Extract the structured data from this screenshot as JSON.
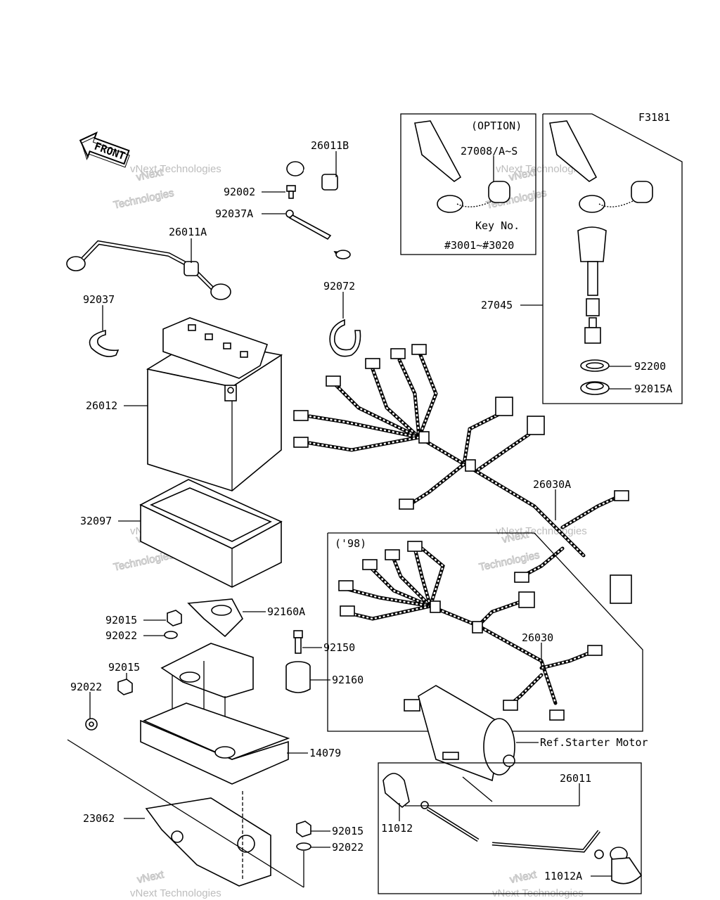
{
  "figure_code": "F3181",
  "front_label": "FRONT",
  "watermark": {
    "line1": "vNext",
    "line2": "Technologies",
    "small": "vNext Technologies"
  },
  "option_box": {
    "title": "(OPTION)",
    "key_label": "Key No.",
    "key_range": "#3001~#3020"
  },
  "year_box": {
    "title": "('98)"
  },
  "reference": "Ref.Starter Motor",
  "parts": {
    "p26011B": "26011B",
    "p92002": "92002",
    "p92037A": "92037A",
    "p26011A": "26011A",
    "p27008": "27008/A~S",
    "p92072": "92072",
    "p92037": "92037",
    "p27045": "27045",
    "p26012": "26012",
    "p92200": "92200",
    "p92015A": "92015A",
    "p32097": "32097",
    "p26030A": "26030A",
    "p92015_1": "92015",
    "p92160A": "92160A",
    "p92022_1": "92022",
    "p92150": "92150",
    "p92015_2": "92015",
    "p92160": "92160",
    "p92022_2": "92022",
    "p26030": "26030",
    "p14079": "14079",
    "p26011": "26011",
    "p23062": "23062",
    "p11012": "11012",
    "p92015_3": "92015",
    "p92022_3": "92022",
    "p11012A": "11012A"
  }
}
